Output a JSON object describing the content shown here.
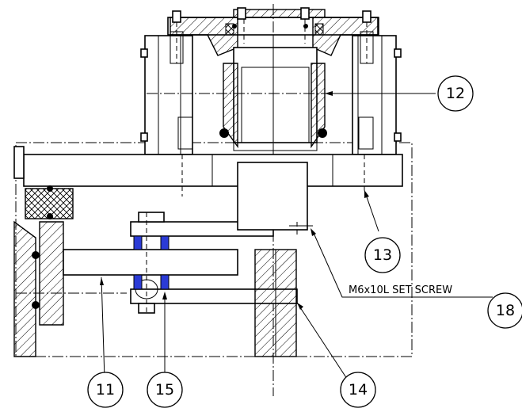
{
  "callouts": [
    {
      "id": "11",
      "label": "11"
    },
    {
      "id": "12",
      "label": "12"
    },
    {
      "id": "13",
      "label": "13"
    },
    {
      "id": "14",
      "label": "14"
    },
    {
      "id": "15",
      "label": "15"
    },
    {
      "id": "18",
      "label": "18"
    }
  ],
  "notes": {
    "set_screw": "M6x10L SET SCREW"
  },
  "colors": {
    "line": "#000000",
    "pin": "#2b3bd6",
    "background": "#ffffff"
  }
}
